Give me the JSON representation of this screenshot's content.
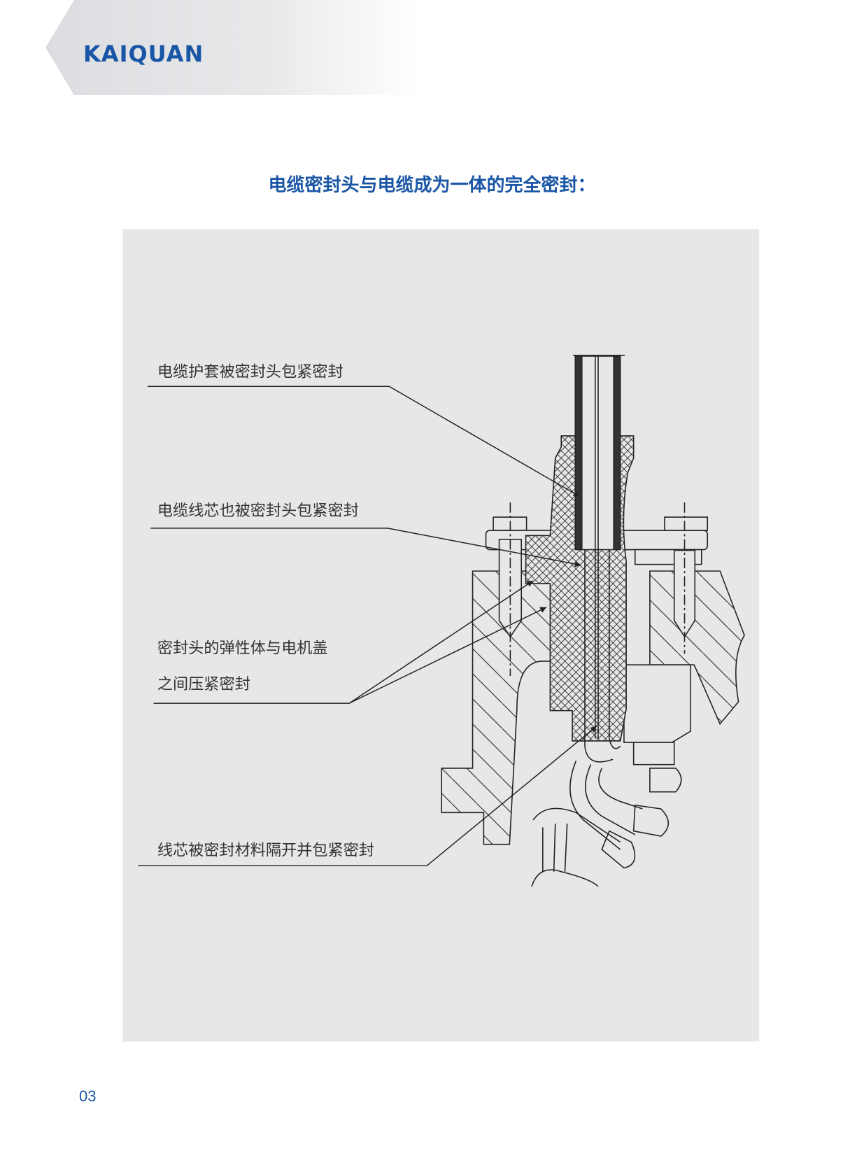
{
  "header": {
    "logo_text": "KAIQUAN"
  },
  "title": "电缆密封头与电缆成为一体的完全密封：",
  "diagram": {
    "labels": [
      "电缆护套被密封头包紧密封",
      "电缆线芯也被密封头包紧密封",
      "密封头的弹性体与电机盖",
      "之间压紧密封",
      "线芯被密封材料隔开并包紧密封"
    ]
  },
  "footer": {
    "page_number": "03"
  },
  "colors": {
    "brand": "#1a56a6",
    "panel": "#e6e7e8",
    "line": "#222222"
  }
}
